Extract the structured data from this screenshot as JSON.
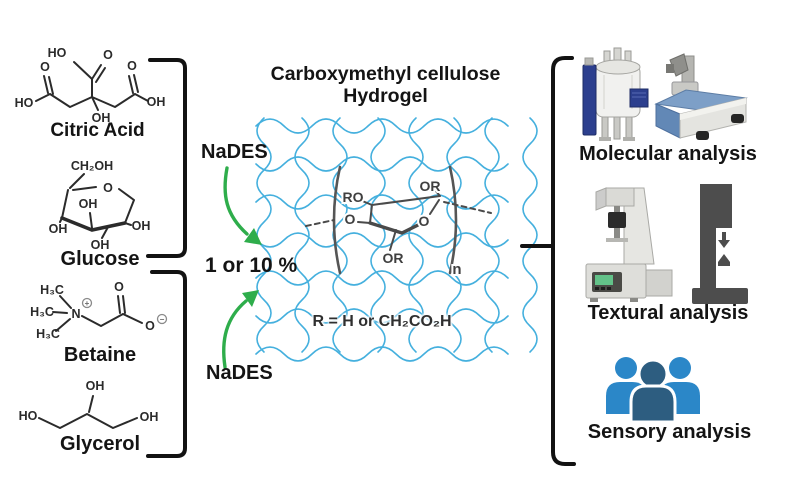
{
  "figure_title": "Carboxymethyl cellulose hydrogel preparation and analysis scheme",
  "colors": {
    "network_blue": "#45b0de",
    "arrow_green": "#2ead4b",
    "text_black": "#141414",
    "structure_gray": "#4a4a4a",
    "nmr_blue": "#2c3f8e",
    "ftir_blue": "#6d95c4",
    "people_side_blue": "#2b87c8",
    "people_center_blue": "#2d5d80",
    "display_green": "#63c289",
    "machine_dark_gray": "#4d4d4d"
  },
  "left": {
    "citric_acid": {
      "name": "Citric Acid",
      "atoms": {
        "ho_top": "HO",
        "o_top": "O",
        "o_left": "O",
        "ho_left": "HO",
        "o_right": "O",
        "oh_right": "OH",
        "oh_bottom": "OH"
      }
    },
    "glucose": {
      "name": "Glucose",
      "atoms": {
        "ch2oh": "CH₂OH",
        "ring_o": "O",
        "oh_inner": "OH",
        "oh_left": "OH",
        "oh_right": "OH",
        "oh_bottom": "OH"
      }
    },
    "betaine": {
      "name": "Betaine",
      "atoms": {
        "h3c_1": "H₃C",
        "h3c_2": "H₃C",
        "h3c_3": "H₃C",
        "n": "N",
        "plus": "+",
        "o_top": "O",
        "o_minus": "O",
        "minus": "−"
      }
    },
    "glycerol": {
      "name": "Glycerol",
      "atoms": {
        "oh_top": "OH",
        "ho_left": "HO",
        "oh_right": "OH"
      }
    }
  },
  "middle": {
    "title_line1": "Carboxymethyl cellulose",
    "title_line2": "Hydrogel",
    "nades_top": "NaDES",
    "nades_bottom": "NaDES",
    "concentration": "1 or 10 %",
    "r_definition": "R = H or  CH₂CO₂H",
    "polymer": {
      "ro": "RO",
      "or_top": "OR",
      "o_left": "O",
      "o_right": "O",
      "or_bottom": "OR",
      "n_subscript": "n"
    }
  },
  "right": {
    "items": [
      {
        "label": "Molecular analysis"
      },
      {
        "label": "Textural analysis"
      },
      {
        "label": "Sensory analysis"
      }
    ]
  }
}
